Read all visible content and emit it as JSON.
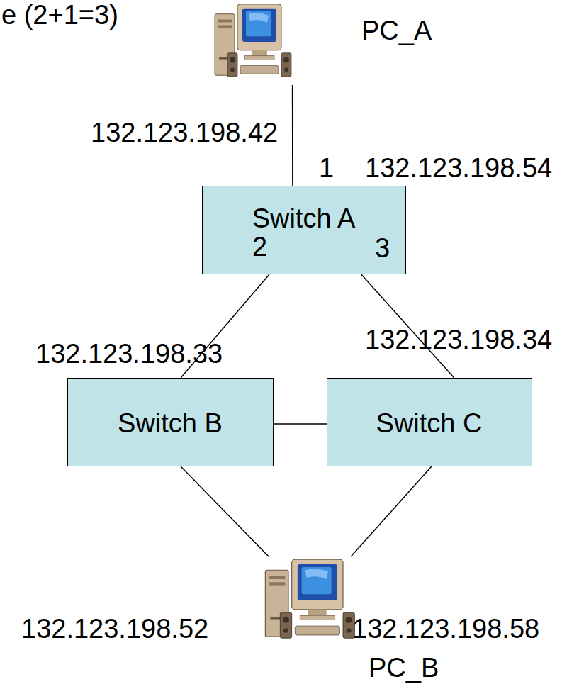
{
  "diagram": {
    "nodes": [
      {
        "text": [
          "PC_A"
        ]
      },
      {
        "text": [
          "Switch A"
        ]
      },
      {
        "text": [
          "Switch B"
        ]
      },
      {
        "text": [
          "Switch C"
        ]
      },
      {
        "text": [
          "PC_B"
        ]
      }
    ],
    "edges": [
      {
        "from": 0,
        "to": 1,
        "arrow": "none"
      },
      {
        "from": 1,
        "to": 2,
        "arrow": "none"
      },
      {
        "from": 1,
        "to": 3,
        "arrow": "none"
      },
      {
        "from": 2,
        "to": 3,
        "arrow": "none"
      },
      {
        "from": 2,
        "to": 4,
        "arrow": "none"
      },
      {
        "from": 3,
        "to": 4,
        "arrow": "none"
      }
    ],
    "labels": [
      "e (2+1=3)",
      "132.123.198.42",
      "1",
      "132.123.198.54",
      "2",
      "3",
      "132.123.198.33",
      "132.123.198.34",
      "132.123.198.52",
      "132.123.198.58"
    ]
  }
}
